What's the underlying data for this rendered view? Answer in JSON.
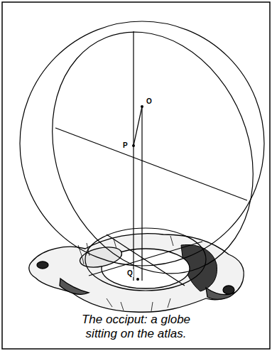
{
  "diagram": {
    "caption": "The occiput: a globe sitting on the atlas.",
    "labels": [
      "O",
      "P",
      "Q"
    ]
  }
}
